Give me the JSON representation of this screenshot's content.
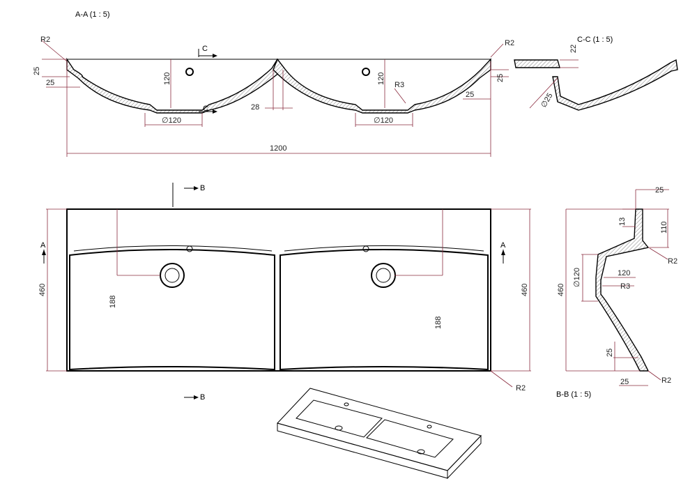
{
  "views": {
    "aa": {
      "title": "A-A  (1 : 5)"
    },
    "cc": {
      "title": "C-C  (1 : 5)"
    },
    "bb": {
      "title": "B-B  (1 : 5)"
    }
  },
  "section_markers": {
    "a": "A",
    "b": "B",
    "c": "C"
  },
  "dimensions": {
    "aa": {
      "r2_left": "R2",
      "r2_right": "R2",
      "r3": "R3",
      "d25_left_v": "25",
      "d25_left_h": "25",
      "d25_right_h": "25",
      "d25_right_v": "25",
      "d120_left": "120",
      "d120_right": "120",
      "d28": "28",
      "dia120_left": "∅120",
      "dia120_right": "∅120",
      "d1200": "1200"
    },
    "cc": {
      "d22": "22",
      "dia25": "∅25"
    },
    "plan": {
      "d460_left": "460",
      "d460_right": "460",
      "d188_left": "188",
      "d188_right": "188",
      "r2": "R2"
    },
    "bb": {
      "d25_top": "25",
      "d13": "13",
      "d110": "110",
      "r2_top": "R2",
      "dia120": "∅120",
      "d120": "120",
      "r3": "R3",
      "d460": "460",
      "d25_v": "25",
      "d25_bottom": "25",
      "r2_bottom": "R2"
    }
  }
}
